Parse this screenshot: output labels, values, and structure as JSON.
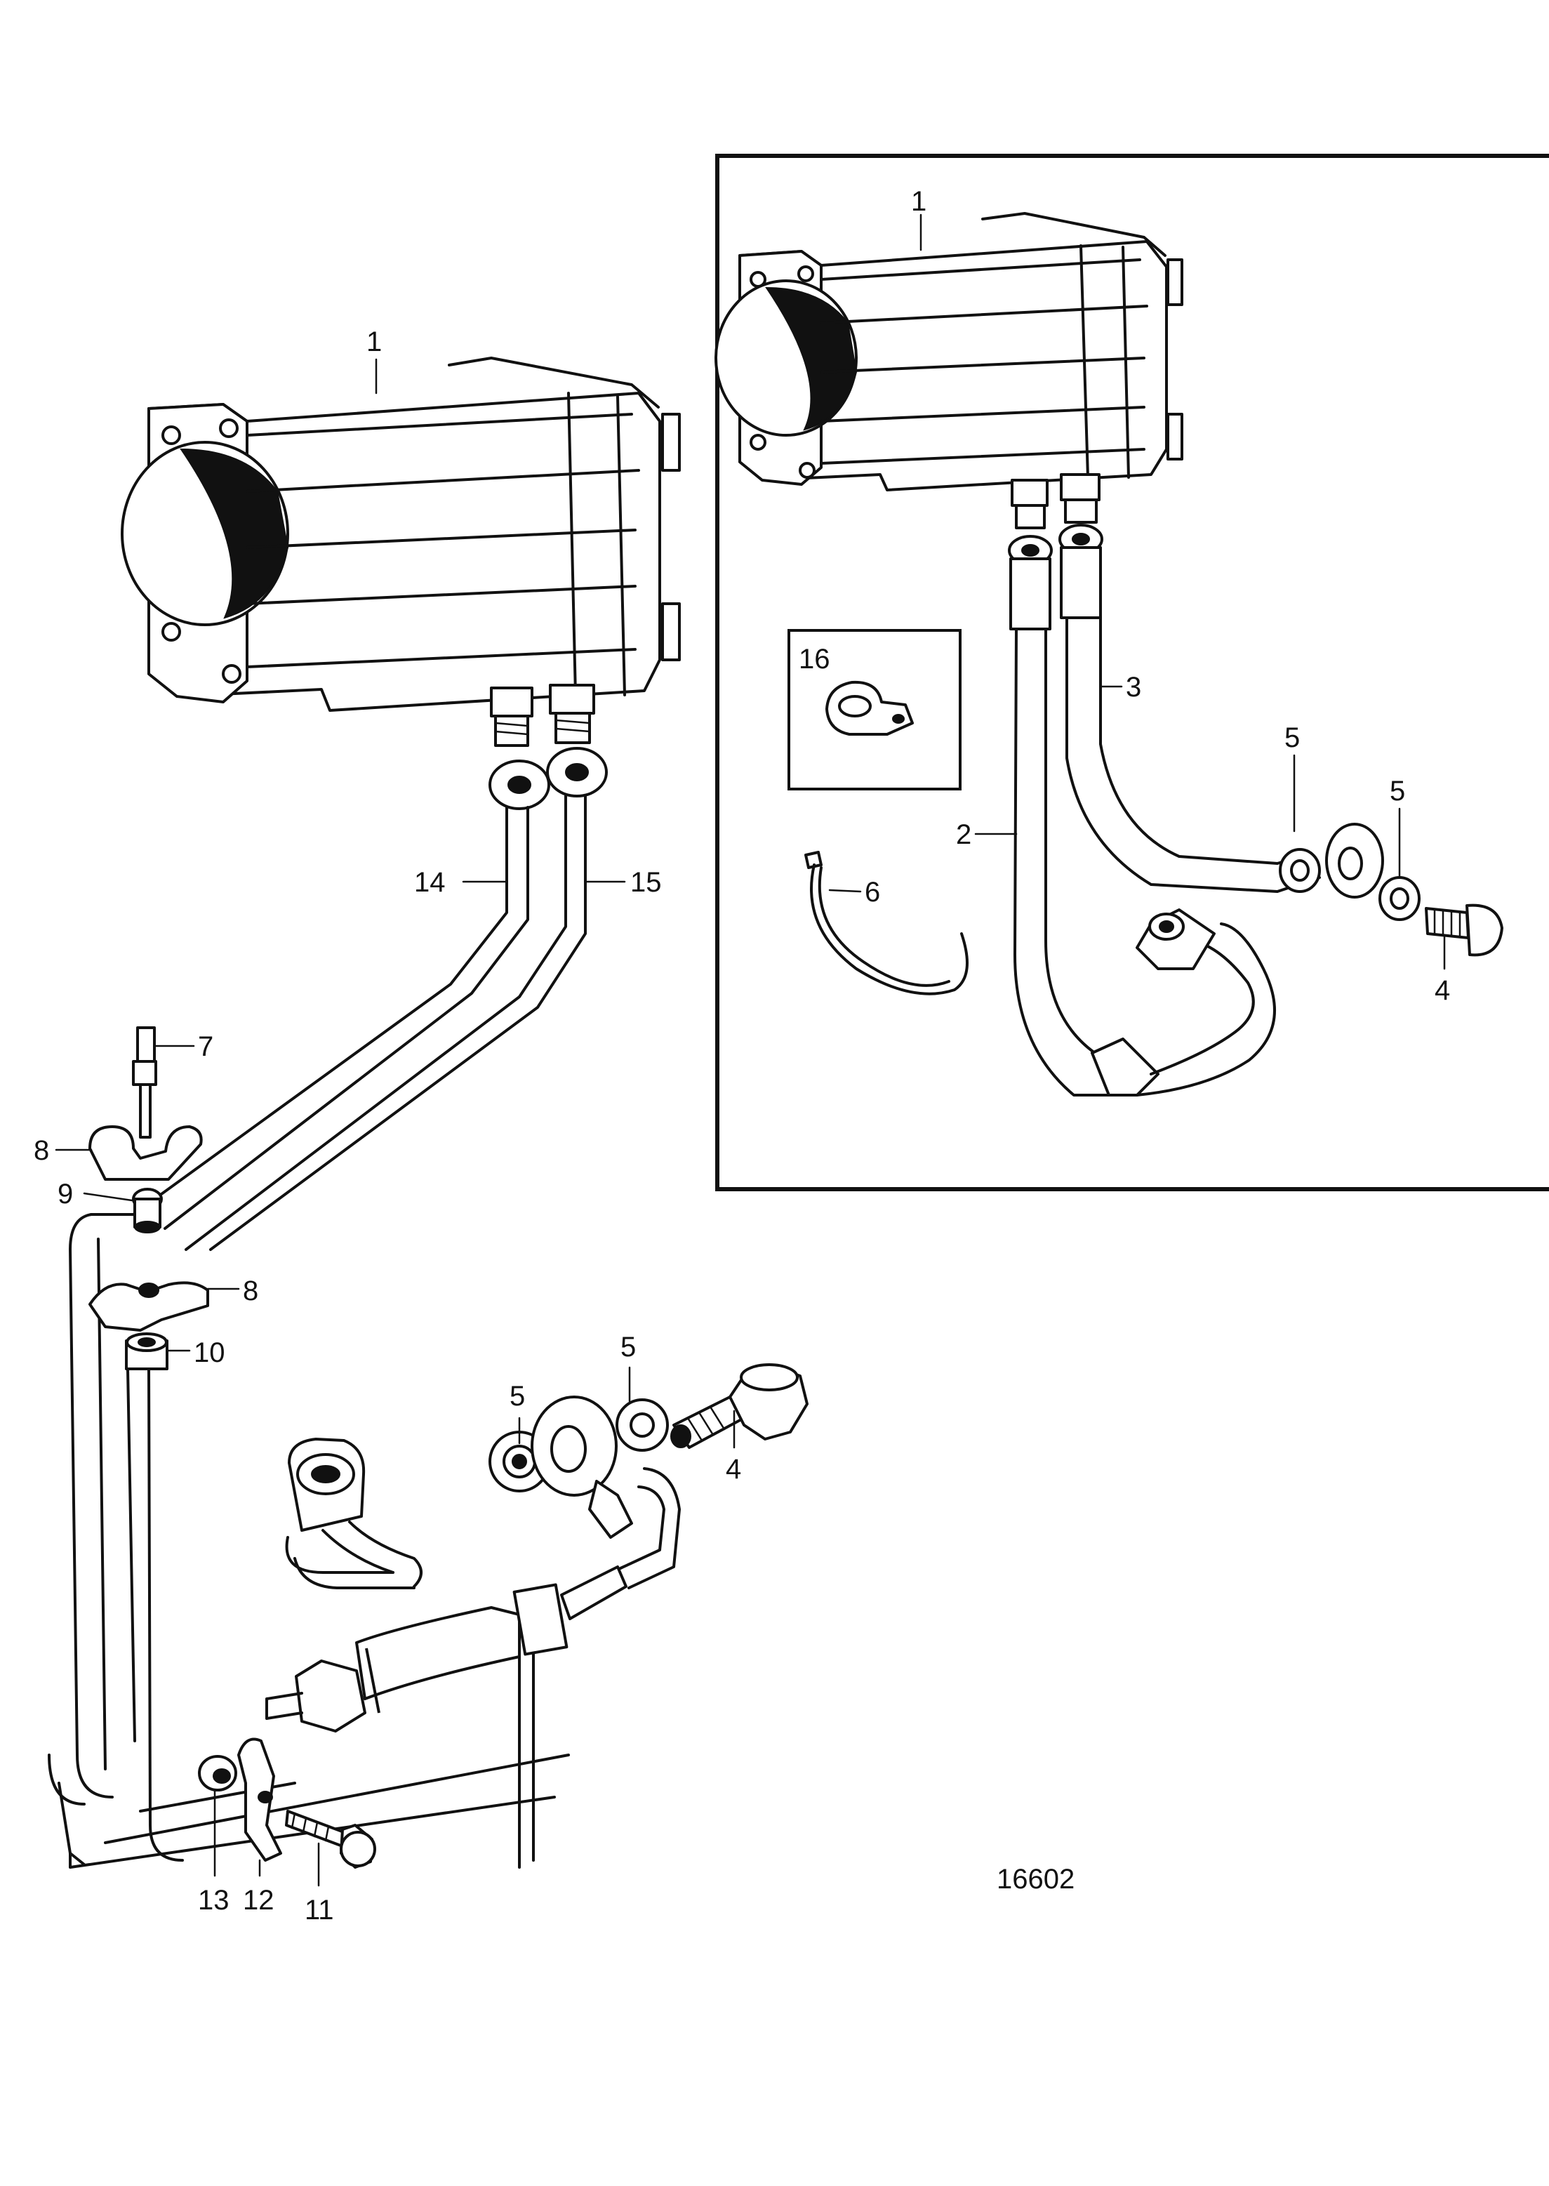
{
  "figure_number": "16602",
  "callouts": [
    {
      "id": "main-1",
      "text": "1"
    },
    {
      "id": "main-14",
      "text": "14"
    },
    {
      "id": "main-15",
      "text": "15"
    },
    {
      "id": "main-7",
      "text": "7"
    },
    {
      "id": "main-8a",
      "text": "8"
    },
    {
      "id": "main-9",
      "text": "9"
    },
    {
      "id": "main-8b",
      "text": "8"
    },
    {
      "id": "main-10",
      "text": "10"
    },
    {
      "id": "main-5a",
      "text": "5"
    },
    {
      "id": "main-5b",
      "text": "5"
    },
    {
      "id": "main-4",
      "text": "4"
    },
    {
      "id": "main-13",
      "text": "13"
    },
    {
      "id": "main-12",
      "text": "12"
    },
    {
      "id": "main-11",
      "text": "11"
    },
    {
      "id": "inset-1",
      "text": "1"
    },
    {
      "id": "inset-16",
      "text": "16"
    },
    {
      "id": "inset-3",
      "text": "3"
    },
    {
      "id": "inset-2",
      "text": "2"
    },
    {
      "id": "inset-6",
      "text": "6"
    },
    {
      "id": "inset-5a",
      "text": "5"
    },
    {
      "id": "inset-5b",
      "text": "5"
    },
    {
      "id": "inset-4",
      "text": "4"
    }
  ]
}
